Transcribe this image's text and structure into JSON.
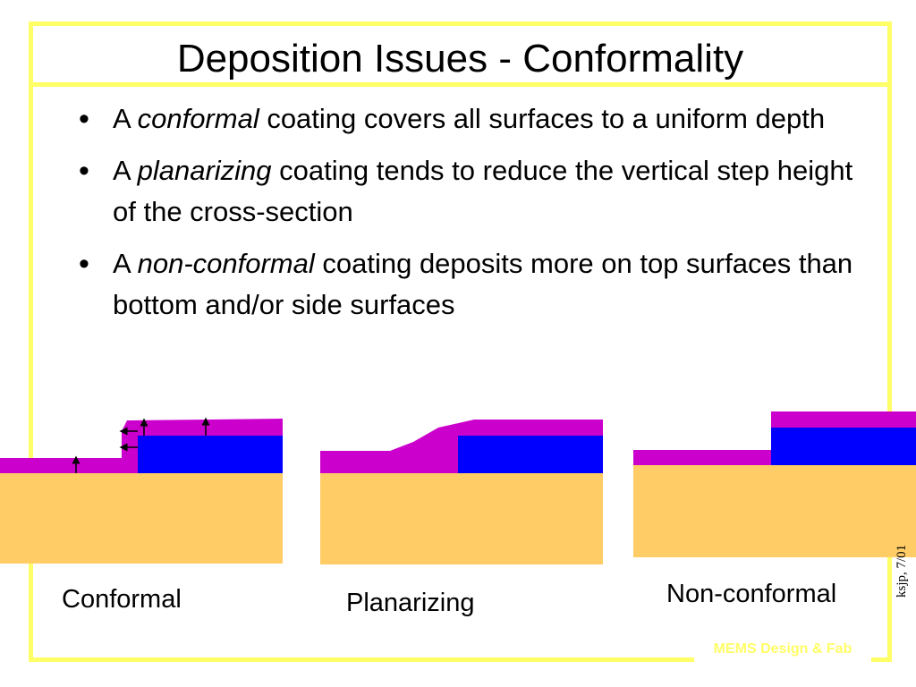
{
  "slide": {
    "title": "Deposition Issues - Conformality",
    "bullets": [
      {
        "prefix": "A ",
        "term": "conformal",
        "text": " coating covers all surfaces to a uniform depth"
      },
      {
        "prefix": "A ",
        "term": "planarizing",
        "text": " coating tends to reduce the vertical step height of the cross-section"
      },
      {
        "prefix": "A ",
        "term": "non-conformal",
        "text": " coating deposits more on top surfaces than bottom and/or side surfaces"
      }
    ],
    "captions": {
      "conformal": "Conformal",
      "planarizing": "Planarizing",
      "nonconformal": "Non-conformal"
    },
    "side_note": "ksjp, 7/01",
    "footer_brand": "MEMS Design & Fab"
  },
  "colors": {
    "frame": "#ffff66",
    "substrate": "#ffcc66",
    "step": "#0000ff",
    "coating": "#cc00cc",
    "arrow": "#000000"
  },
  "icons": {
    "bullet": "•",
    "thickness_arrow": "up-arrow",
    "side_arrow": "left-arrow"
  }
}
